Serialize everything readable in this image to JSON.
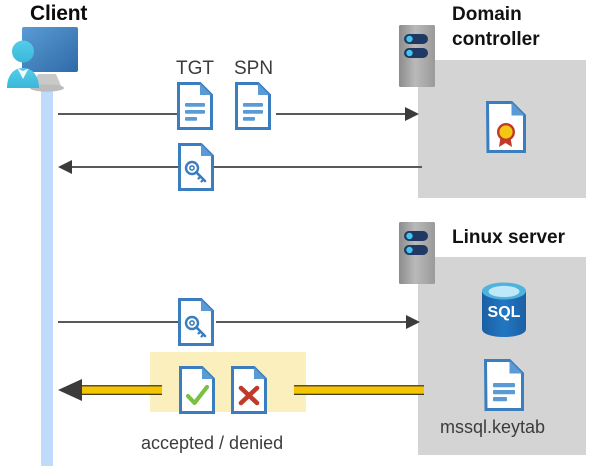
{
  "diagram": {
    "type": "kerberos-authentication-flow",
    "client": {
      "title": "Client",
      "icon": "client-computer-user-icon"
    },
    "domain_controller": {
      "title": "Domain\ncontroller",
      "title_line1": "Domain",
      "title_line2": "controller",
      "server_icon": "server-rack-icon",
      "contents": [
        {
          "icon": "certificate-document-icon",
          "label": ""
        }
      ]
    },
    "linux_server": {
      "title": "Linux server",
      "server_icon": "server-rack-icon",
      "contents": [
        {
          "icon": "sql-database-icon",
          "label": "SQL"
        },
        {
          "icon": "keytab-document-icon",
          "label": "mssql.keytab"
        }
      ]
    },
    "flows": [
      {
        "id": "request-tgt-spn",
        "direction": "client-to-domain-controller",
        "artifacts": [
          {
            "label": "TGT",
            "icon": "document-lines-icon"
          },
          {
            "label": "SPN",
            "icon": "document-lines-icon"
          }
        ]
      },
      {
        "id": "issue-service-ticket",
        "direction": "domain-controller-to-client",
        "artifacts": [
          {
            "label": "",
            "icon": "document-key-icon"
          }
        ]
      },
      {
        "id": "present-ticket-to-linux",
        "direction": "client-to-linux-server",
        "artifacts": [
          {
            "label": "",
            "icon": "document-key-icon"
          }
        ]
      },
      {
        "id": "auth-result",
        "direction": "linux-server-to-client",
        "highlighted": true,
        "caption": "accepted / denied",
        "artifacts": [
          {
            "label": "accepted",
            "icon": "document-check-icon"
          },
          {
            "label": "denied",
            "icon": "document-cross-icon"
          }
        ]
      }
    ],
    "colors": {
      "panel_gray": "#d4d4d4",
      "lifeline_blue": "#bfdbfb",
      "highlight_yellow": "#fcefbe",
      "arrow_gray": "#595959",
      "arrow_yellow": "#f5c400",
      "doc_blue": "#3a7ebf",
      "accept_green": "#7ac143",
      "deny_red": "#c0392b",
      "sql_blue": "#1f6fb5",
      "seal_gold": "#f2c811",
      "ribbon_red": "#c0392b"
    }
  }
}
